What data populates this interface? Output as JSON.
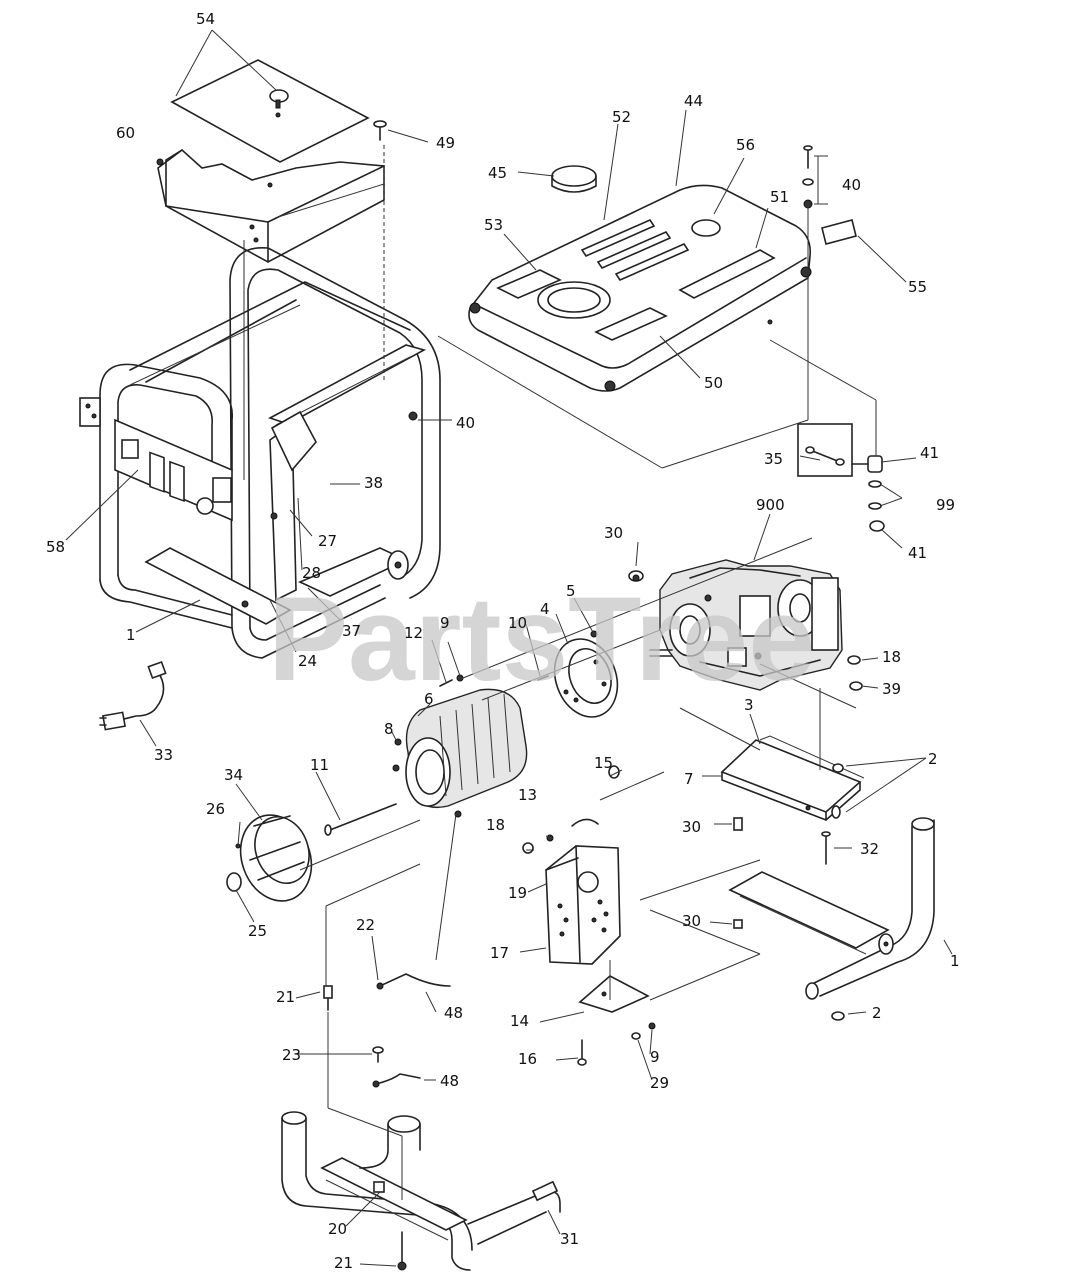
{
  "watermark": "PartsTree",
  "callouts": [
    {
      "id": "54",
      "label": "54"
    },
    {
      "id": "60",
      "label": "60"
    },
    {
      "id": "49",
      "label": "49"
    },
    {
      "id": "52",
      "label": "52"
    },
    {
      "id": "44",
      "label": "44"
    },
    {
      "id": "56",
      "label": "56"
    },
    {
      "id": "45",
      "label": "45"
    },
    {
      "id": "40a",
      "label": "40"
    },
    {
      "id": "53",
      "label": "53"
    },
    {
      "id": "51",
      "label": "51"
    },
    {
      "id": "55",
      "label": "55"
    },
    {
      "id": "50",
      "label": "50"
    },
    {
      "id": "40b",
      "label": "40"
    },
    {
      "id": "35",
      "label": "35"
    },
    {
      "id": "41a",
      "label": "41"
    },
    {
      "id": "99",
      "label": "99"
    },
    {
      "id": "41b",
      "label": "41"
    },
    {
      "id": "38",
      "label": "38"
    },
    {
      "id": "58",
      "label": "58"
    },
    {
      "id": "27",
      "label": "27"
    },
    {
      "id": "900",
      "label": "900"
    },
    {
      "id": "30a",
      "label": "30"
    },
    {
      "id": "28",
      "label": "28"
    },
    {
      "id": "37",
      "label": "37"
    },
    {
      "id": "24",
      "label": "24"
    },
    {
      "id": "1a",
      "label": "1"
    },
    {
      "id": "5",
      "label": "5"
    },
    {
      "id": "4",
      "label": "4"
    },
    {
      "id": "10",
      "label": "10"
    },
    {
      "id": "9a",
      "label": "9"
    },
    {
      "id": "12",
      "label": "12"
    },
    {
      "id": "18a",
      "label": "18"
    },
    {
      "id": "39",
      "label": "39"
    },
    {
      "id": "6",
      "label": "6"
    },
    {
      "id": "33",
      "label": "33"
    },
    {
      "id": "3",
      "label": "3"
    },
    {
      "id": "8",
      "label": "8"
    },
    {
      "id": "11",
      "label": "11"
    },
    {
      "id": "7",
      "label": "7"
    },
    {
      "id": "2a",
      "label": "2"
    },
    {
      "id": "34",
      "label": "34"
    },
    {
      "id": "15",
      "label": "15"
    },
    {
      "id": "26",
      "label": "26"
    },
    {
      "id": "13",
      "label": "13"
    },
    {
      "id": "30b",
      "label": "30"
    },
    {
      "id": "18b",
      "label": "18"
    },
    {
      "id": "32",
      "label": "32"
    },
    {
      "id": "19",
      "label": "19"
    },
    {
      "id": "25",
      "label": "25"
    },
    {
      "id": "30c",
      "label": "30"
    },
    {
      "id": "22",
      "label": "22"
    },
    {
      "id": "17",
      "label": "17"
    },
    {
      "id": "1b",
      "label": "1"
    },
    {
      "id": "21a",
      "label": "21"
    },
    {
      "id": "48a",
      "label": "48"
    },
    {
      "id": "2b",
      "label": "2"
    },
    {
      "id": "14",
      "label": "14"
    },
    {
      "id": "9b",
      "label": "9"
    },
    {
      "id": "16",
      "label": "16"
    },
    {
      "id": "23",
      "label": "23"
    },
    {
      "id": "29",
      "label": "29"
    },
    {
      "id": "48b",
      "label": "48"
    },
    {
      "id": "20",
      "label": "20"
    },
    {
      "id": "31",
      "label": "31"
    },
    {
      "id": "21b",
      "label": "21"
    }
  ]
}
